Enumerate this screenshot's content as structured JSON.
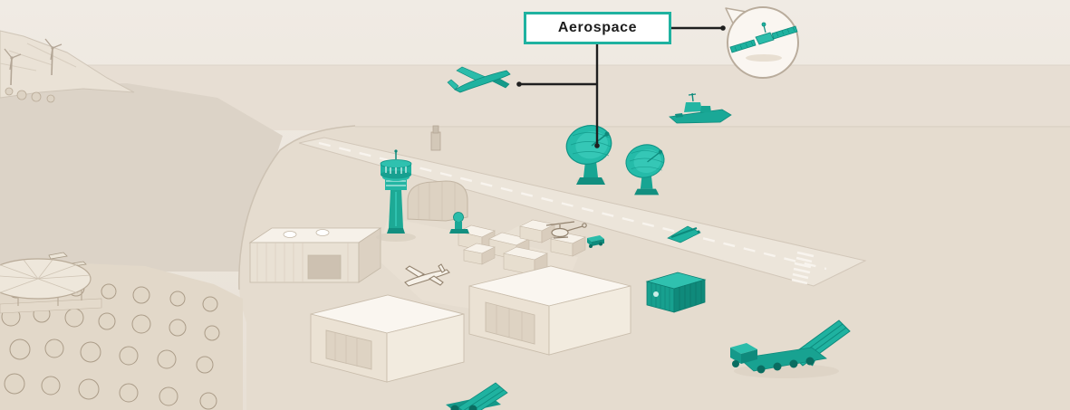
{
  "label": {
    "text": "Aerospace"
  },
  "colors": {
    "accent": "#1fb2a0",
    "accent_dark": "#0d8a7c",
    "accent_light": "#2fc1af",
    "ink": "#1f1f1f",
    "sky": "#f0ebe4",
    "sea": "#e7ded3",
    "bay": "#dcd3c7",
    "ground": "#e5dccf",
    "runway": "#ece5da",
    "building_light": "#f8f4ee",
    "building_mid": "#ebe2d4",
    "building_shade": "#dcd1c2",
    "outline": "#c2b5a3",
    "sketch": "#93836f",
    "label_bg": "#ffffff",
    "label_text": "#1d1d1d"
  },
  "scene": {
    "items": [
      "satellite",
      "transport-aircraft",
      "naval-ship",
      "radar-dish",
      "radar-dish",
      "control-tower",
      "runway",
      "hangar",
      "hangar",
      "warehouse",
      "quonset-hangar",
      "fighter-jet",
      "helicopter",
      "cargo-container",
      "missile-launcher",
      "mlrs-vehicle",
      "mobile-radar",
      "utility-vehicle",
      "wind-turbine",
      "marina",
      "orchard",
      "monument"
    ]
  }
}
